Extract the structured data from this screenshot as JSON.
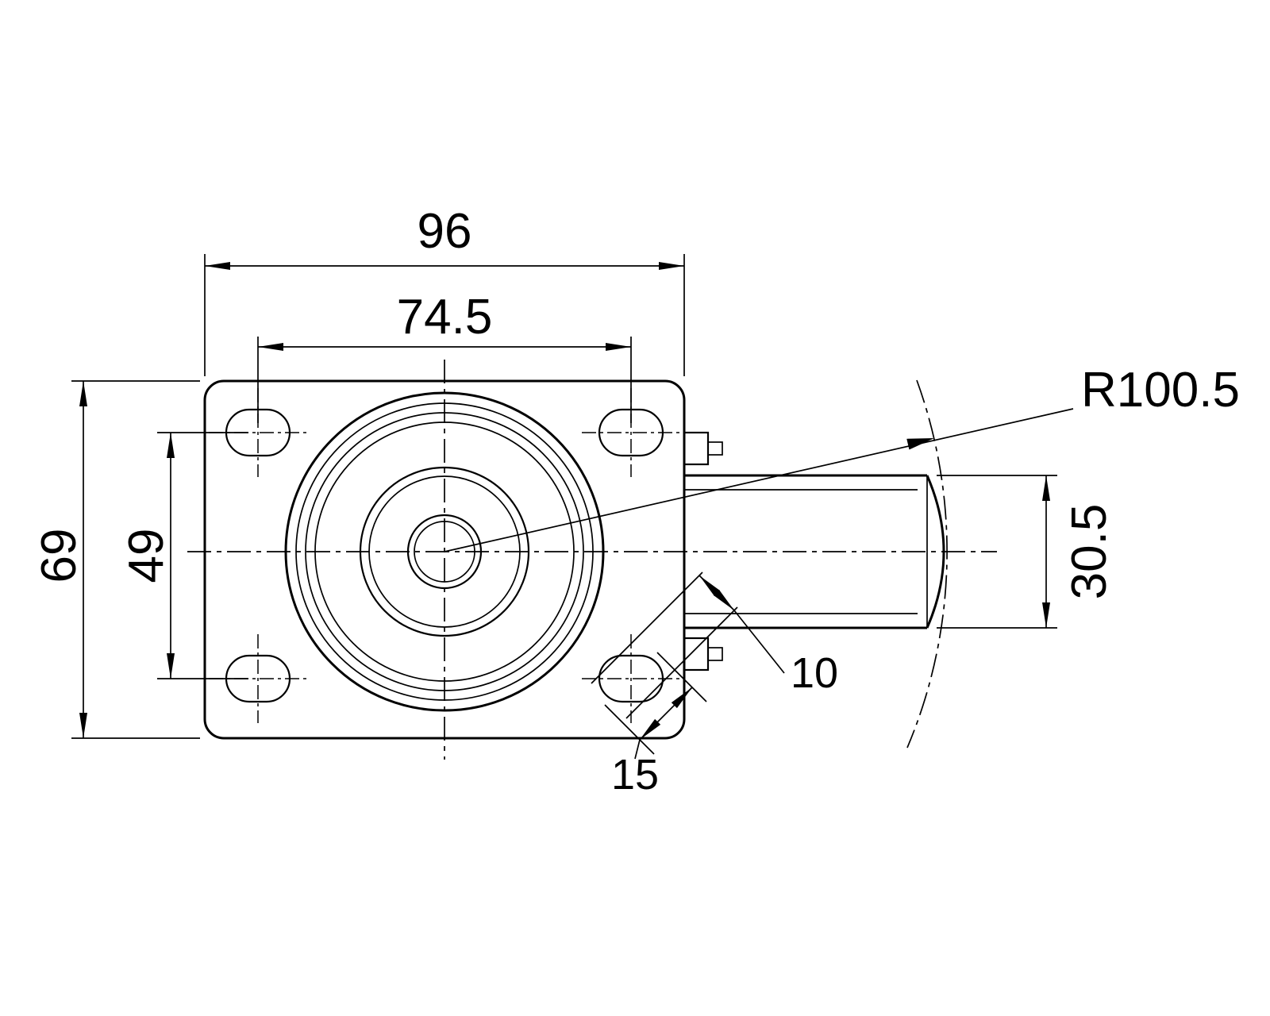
{
  "colors": {
    "line": "#000000",
    "background": "#ffffff"
  },
  "dims": {
    "plate_width": "96",
    "hole_spacing_x": "74.5",
    "plate_depth": "69",
    "hole_spacing_y": "49",
    "swivel_radius": "R100.5",
    "wheel_tread_width": "30.5",
    "slot_width": "10",
    "slot_length": "15"
  }
}
